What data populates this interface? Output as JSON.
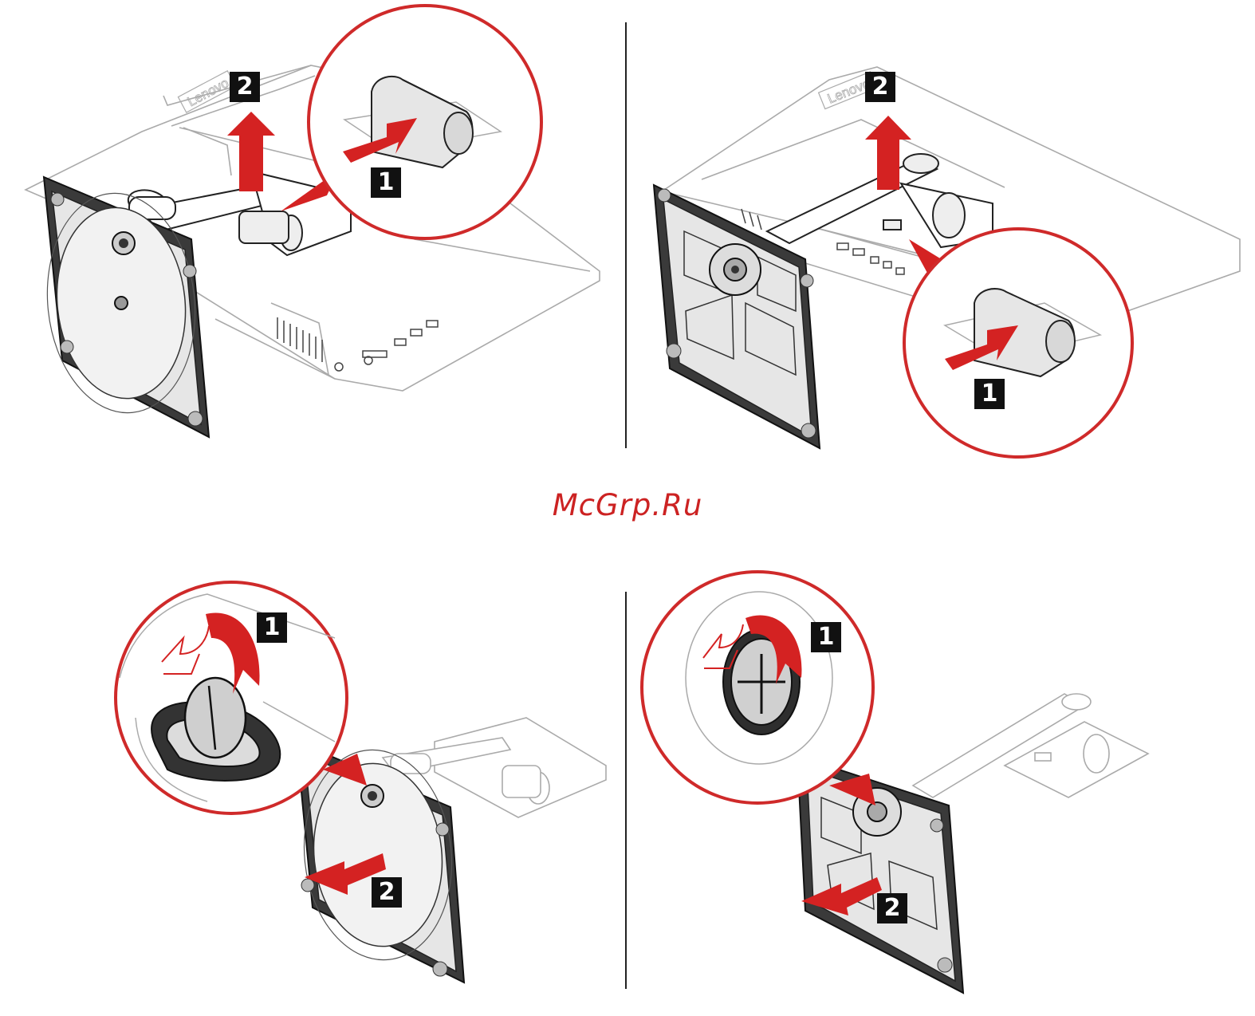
{
  "watermark": {
    "text": "McGrp.Ru",
    "color": "#cc2222"
  },
  "colors": {
    "accent_red": "#d42222",
    "callout_red": "#cf2a2a",
    "outline": "#222222",
    "light_outline": "#aaaaaa",
    "badge_bg": "#111111"
  },
  "panels": [
    {
      "name": "top-left",
      "brand_label": "Lenovo",
      "steps": [
        {
          "number": "2",
          "action": "lift-up-arrow"
        },
        {
          "number": "1",
          "action": "push-release-button-arrow"
        }
      ]
    },
    {
      "name": "top-right",
      "brand_label": "Lenovo",
      "steps": [
        {
          "number": "2",
          "action": "lift-up-arrow"
        },
        {
          "number": "1",
          "action": "push-release-button-arrow"
        }
      ]
    },
    {
      "name": "bottom-left",
      "steps": [
        {
          "number": "1",
          "action": "rotate-thumbscrew-arrow"
        },
        {
          "number": "2",
          "action": "pull-stand-base-arrow"
        }
      ]
    },
    {
      "name": "bottom-right",
      "steps": [
        {
          "number": "1",
          "action": "rotate-thumbscrew-arrow"
        },
        {
          "number": "2",
          "action": "pull-stand-base-arrow"
        }
      ]
    }
  ]
}
